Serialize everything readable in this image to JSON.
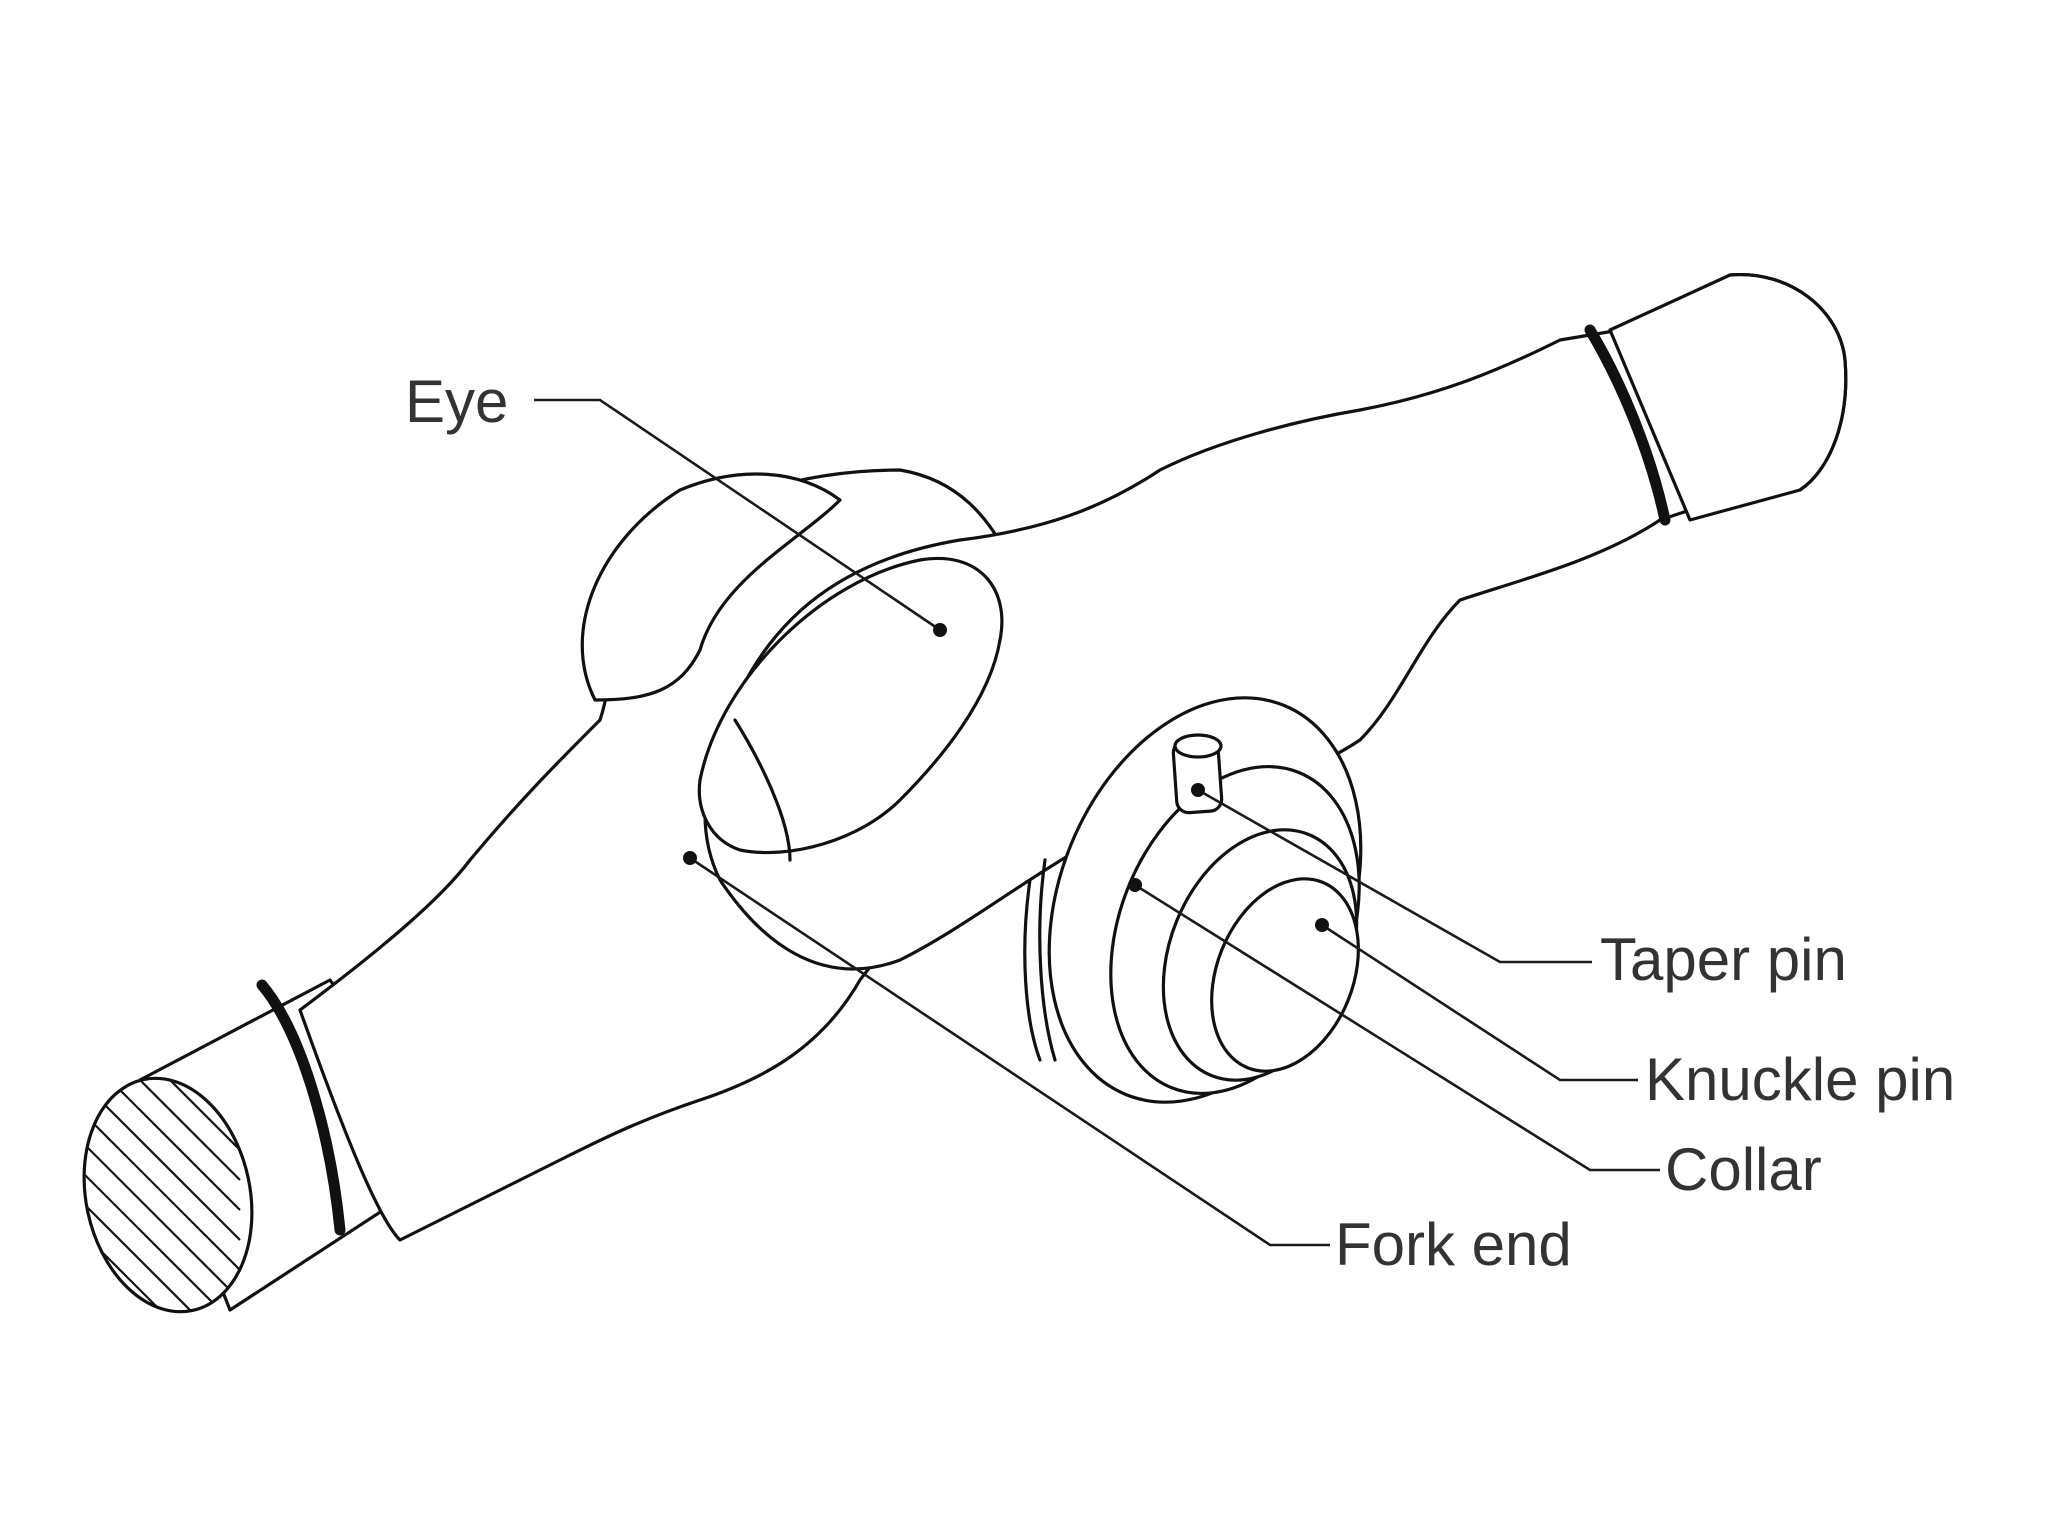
{
  "labels": {
    "eye": "Eye",
    "taper_pin": "Taper pin",
    "knuckle_pin": "Knuckle pin",
    "collar": "Collar",
    "fork_end": "Fork end"
  }
}
